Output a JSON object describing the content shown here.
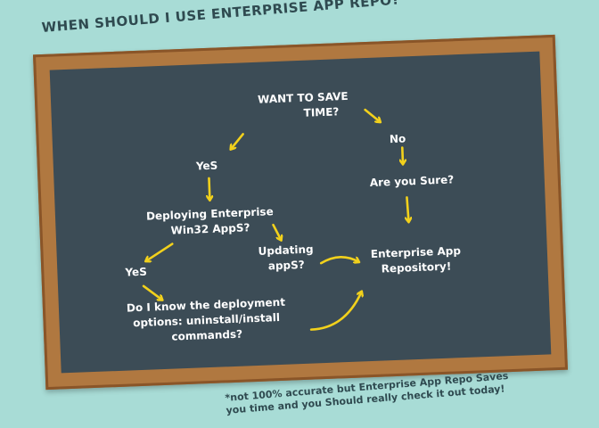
{
  "title": "WHEN SHOULD I USE ENTERPRISE APP REPO?",
  "nodes": {
    "want_line1": "WANT TO SAVE",
    "want_line2": "TIME?",
    "no": "No",
    "are_you_sure": "Are you Sure?",
    "yes1": "YeS",
    "deploying_line1": "Deploying Enterprise",
    "deploying_line2": "Win32 AppS?",
    "yes2": "YeS",
    "updating_line1": "Updating",
    "updating_line2": "appS?",
    "know_line1": "Do I know the deployment",
    "know_line2": "options: uninstall/install",
    "know_line3": "commands?",
    "repo_line1": "Enterprise App",
    "repo_line2": "Repository!"
  },
  "footnote": {
    "line1": "*not 100% accurate but Enterprise App Repo Saves",
    "line2": "you time and you Should really check it out today!"
  },
  "colors": {
    "background": "#a8dcd6",
    "frame": "#b07840",
    "chalkboard": "#3c4c56",
    "chalk_text": "#ffffff",
    "arrows": "#f2d11c",
    "title_text": "#2f4a50"
  }
}
